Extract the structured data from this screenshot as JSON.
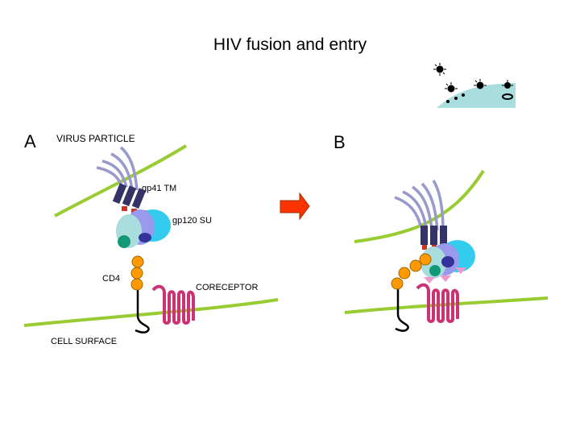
{
  "title": "HIV fusion and entry",
  "panel_labels": {
    "a": "A",
    "b": "B"
  },
  "labels": {
    "virus_particle": "VIRUS PARTICLE",
    "gp41": "gp41 TM",
    "gp120": "gp120 SU",
    "cd4": "CD4",
    "coreceptor": "CORECEPTOR",
    "cell_surface": "CELL SURFACE"
  },
  "colors": {
    "membrane": "#99cc33",
    "gp41_helix": "#9999cc",
    "gp41_tm": "#333366",
    "gp120_lobe_a": "#33ccee",
    "gp120_lobe_b": "#9999ee",
    "gp120_lobe_c": "#aadddd",
    "gp120_small": "#333399",
    "gp120_green": "#119977",
    "cd4_domain": "#ff9900",
    "coreceptor": "#cc3377",
    "arrow": "#ff3300",
    "cell_blob": "#aadddd"
  }
}
